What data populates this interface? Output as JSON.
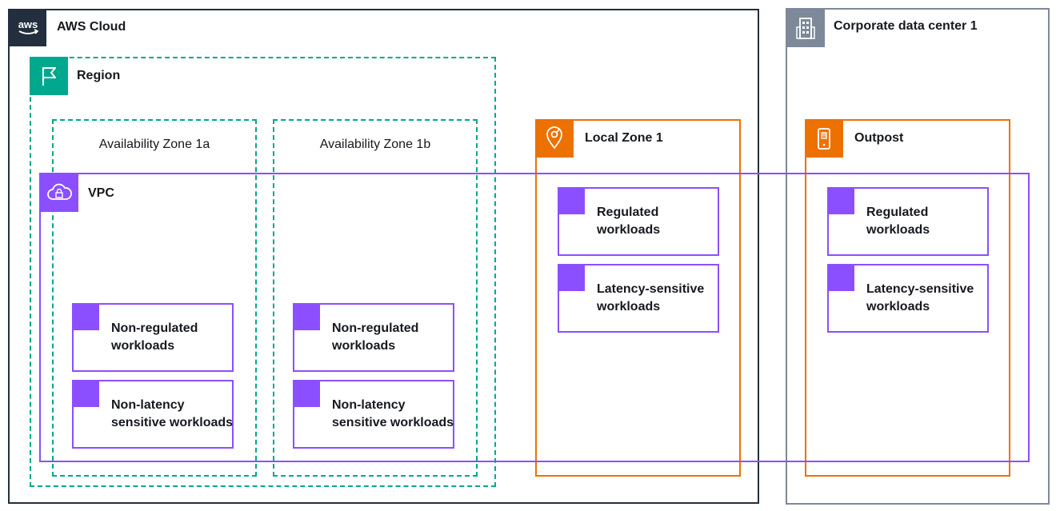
{
  "aws_cloud": {
    "label": "AWS Cloud",
    "icon": "aws-logo-icon",
    "border_color": "#232f3e"
  },
  "corporate_dc": {
    "label": "Corporate data center 1",
    "icon": "building-icon",
    "border_color": "#7d8998"
  },
  "region": {
    "label": "Region",
    "icon": "flag-icon",
    "color": "#01a88d"
  },
  "az_a": {
    "label": "Availability Zone 1a"
  },
  "az_b": {
    "label": "Availability Zone 1b"
  },
  "local_zone": {
    "label": "Local Zone 1",
    "icon": "location-pin-icon",
    "color": "#ed7100"
  },
  "outpost": {
    "label": "Outpost",
    "icon": "outpost-rack-icon",
    "color": "#ed7100"
  },
  "vpc": {
    "label": "VPC",
    "icon": "cloud-lock-icon",
    "color": "#8c4fff"
  },
  "workloads": {
    "az_a_1": [
      "Non-regulated",
      "workloads"
    ],
    "az_a_2": [
      "Non-latency",
      "sensitive workloads"
    ],
    "az_b_1": [
      "Non-regulated",
      "workloads"
    ],
    "az_b_2": [
      "Non-latency",
      "sensitive workloads"
    ],
    "lz_1": [
      "Regulated",
      "workloads"
    ],
    "lz_2": [
      "Latency-sensitive",
      "workloads"
    ],
    "op_1": [
      "Regulated",
      "workloads"
    ],
    "op_2": [
      "Latency-sensitive",
      "workloads"
    ]
  }
}
